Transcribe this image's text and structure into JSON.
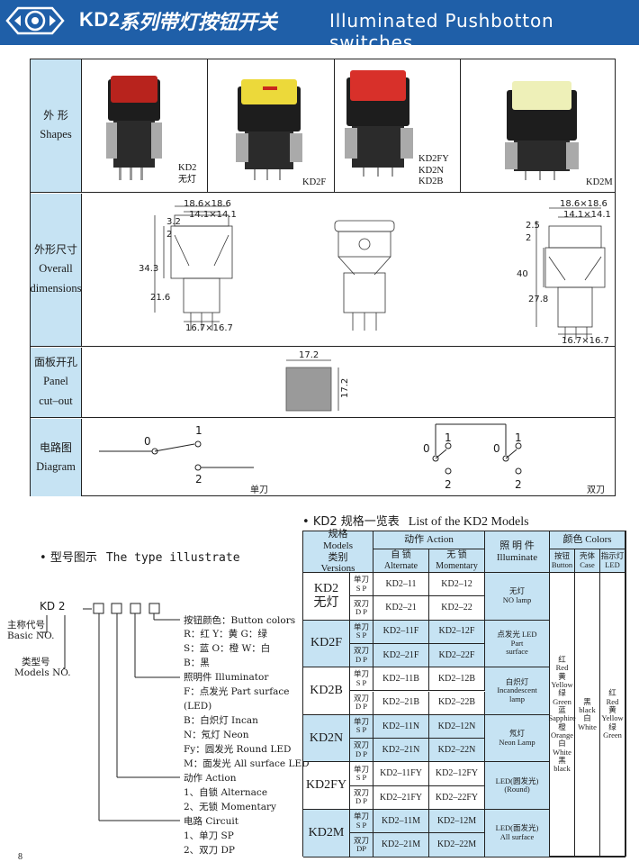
{
  "header": {
    "model": "KD2",
    "title_cn": "系列带灯按钮开关",
    "title_en": "Illuminated Pushbotton switches"
  },
  "spec_table": {
    "shapes_label_cn": "外 形",
    "shapes_label_en": "Shapes",
    "dimensions_label_cn": "外形尺寸",
    "dimensions_label_en_1": "Overall",
    "dimensions_label_en_2": "dimensions",
    "panel_label_cn": "面板开孔",
    "panel_label_en_1": "Panel",
    "panel_label_en_2": "cut–out",
    "diagram_label_cn": "电路图",
    "diagram_label_en": "Diagram",
    "photos": [
      {
        "caption_1": "KD2",
        "caption_2": "无灯",
        "cap_color": "#b8231d"
      },
      {
        "caption_1": "KD2F",
        "cap_color": "#ecd93a"
      },
      {
        "caption_1": "KD2FY",
        "caption_2": "KD2N",
        "caption_3": "KD2B",
        "cap_color": "#d8302a"
      },
      {
        "caption_1": "KD2M",
        "cap_color": "#eef0b8"
      }
    ],
    "dims_left": {
      "top": "18.6×18.6",
      "top2": "14.1×14.1",
      "h1": "3.2",
      "h2": "2",
      "h3": "21.6",
      "h4": "34.3",
      "bottom": "16.7×16.7"
    },
    "dims_right": {
      "top": "18.6×18.6",
      "top2": "14.1×14.1",
      "h1": "2.5",
      "h2": "2",
      "h3": "27.8",
      "h4": "40",
      "bottom": "16.7×16.7"
    },
    "panel_w": "17.2",
    "panel_h": "17.2",
    "diagram_left": {
      "n0": "0",
      "n1": "1",
      "n2": "2",
      "caption": "单刀"
    },
    "diagram_right": {
      "n0a": "0",
      "n1a": "1",
      "n2a": "2",
      "n0b": "0",
      "n1b": "1",
      "n2b": "2",
      "caption": "双刀"
    }
  },
  "type_illustrate": {
    "title_cn": "型号图示",
    "title_en": "The type illustrate",
    "code": "KD 2",
    "main_code_cn": "主称代号",
    "main_code_en": "Basic NO.",
    "models_no_cn": "类型号",
    "models_no_en": "Models NO.",
    "lines": [
      "按钮颜色：Button colors",
      "R：红    Y：黄    G：绿",
      "S：蓝    O：橙    W：白",
      "B：黑",
      "照明件 Illuminator",
      "F：点发光 Part  surface",
      "(LED)",
      "B：白炽灯 Incan",
      "N：氖灯 Neon",
      "Fy：圆发光 Round LED",
      "M：面发光 All surface LED",
      "动作 Action",
      "1、自锁    Alternace",
      "2、无锁    Momentary",
      "电路 Circuit",
      "1、单刀 SP",
      "2、双刀 DP"
    ]
  },
  "models_table": {
    "title_cn": "KD2 规格一览表",
    "title_en": "List of the KD2 Models",
    "hdr_spec_cn": "规格",
    "hdr_spec_en": "Models",
    "hdr_type_cn": "类别",
    "hdr_type_en": "Versions",
    "hdr_action": "动作 Action",
    "hdr_alt_cn": "自  锁",
    "hdr_alt_en": "Alternate",
    "hdr_mom_cn": "无  锁",
    "hdr_mom_en": "Momentary",
    "hdr_illum_cn": "照 明 件",
    "hdr_illum_en": "Illuminate",
    "hdr_colors": "颜色 Colors",
    "hdr_button_cn": "按钮",
    "hdr_button_en": "Button",
    "hdr_case_cn": "壳体",
    "hdr_case_en": "Case",
    "hdr_led_cn": "指示灯",
    "hdr_led_en": "LED",
    "sp_cn": "单刀",
    "sp_en": "S P",
    "dp_cn": "双刀",
    "dp_en": "D P",
    "dp_en_short": "DP",
    "groups": [
      {
        "model_1": "KD2",
        "model_2": "无灯",
        "sp_alt": "KD2–11",
        "sp_mom": "KD2–12",
        "dp_alt": "KD2–21",
        "dp_mom": "KD2–22",
        "illum_cn": "无灯",
        "illum_en_1": "NO lamp"
      },
      {
        "model_1": "KD2F",
        "sp_alt": "KD2–11F",
        "sp_mom": "KD2–12F",
        "dp_alt": "KD2–21F",
        "dp_mom": "KD2–22F",
        "illum_cn": "点发光 LED",
        "illum_en_1": "Part",
        "illum_en_2": "surface"
      },
      {
        "model_1": "KD2B",
        "sp_alt": "KD2–11B",
        "sp_mom": "KD2–12B",
        "dp_alt": "KD2–21B",
        "dp_mom": "KD2–22B",
        "illum_cn": "白炽灯",
        "illum_en_1": "Incandescent",
        "illum_en_2": "lamp"
      },
      {
        "model_1": "KD2N",
        "sp_alt": "KD2–11N",
        "sp_mom": "KD2–12N",
        "dp_alt": "KD2–21N",
        "dp_mom": "KD2–22N",
        "illum_cn": "氖灯",
        "illum_en_1": "Neon Lamp"
      },
      {
        "model_1": "KD2FY",
        "sp_alt": "KD2–11FY",
        "sp_mom": "KD2–12FY",
        "dp_alt": "KD2–21FY",
        "dp_mom": "KD2–22FY",
        "illum_cn": "LED(圆发光)",
        "illum_en_1": "(Round)"
      },
      {
        "model_1": "KD2M",
        "sp_alt": "KD2–11M",
        "sp_mom": "KD2–12M",
        "dp_alt": "KD2–21M",
        "dp_mom": "KD2–22M",
        "illum_cn": "LED(面发光)",
        "illum_en_1": "All surface"
      }
    ],
    "button_colors": [
      "红",
      "Red",
      "黄",
      "Yellow",
      "绿",
      "Green",
      "蓝",
      "Sapphire",
      "橙",
      "Orange",
      "白",
      "White",
      "黑",
      "black"
    ],
    "case_colors": [
      "黑",
      "black",
      "白",
      "White"
    ],
    "led_colors": [
      "红",
      "Red",
      "黄",
      "Yellow",
      "绿",
      "Green"
    ]
  },
  "page_number": "8",
  "colors": {
    "header_blue": "#1f5fa8",
    "label_blue": "#c6e3f3"
  }
}
